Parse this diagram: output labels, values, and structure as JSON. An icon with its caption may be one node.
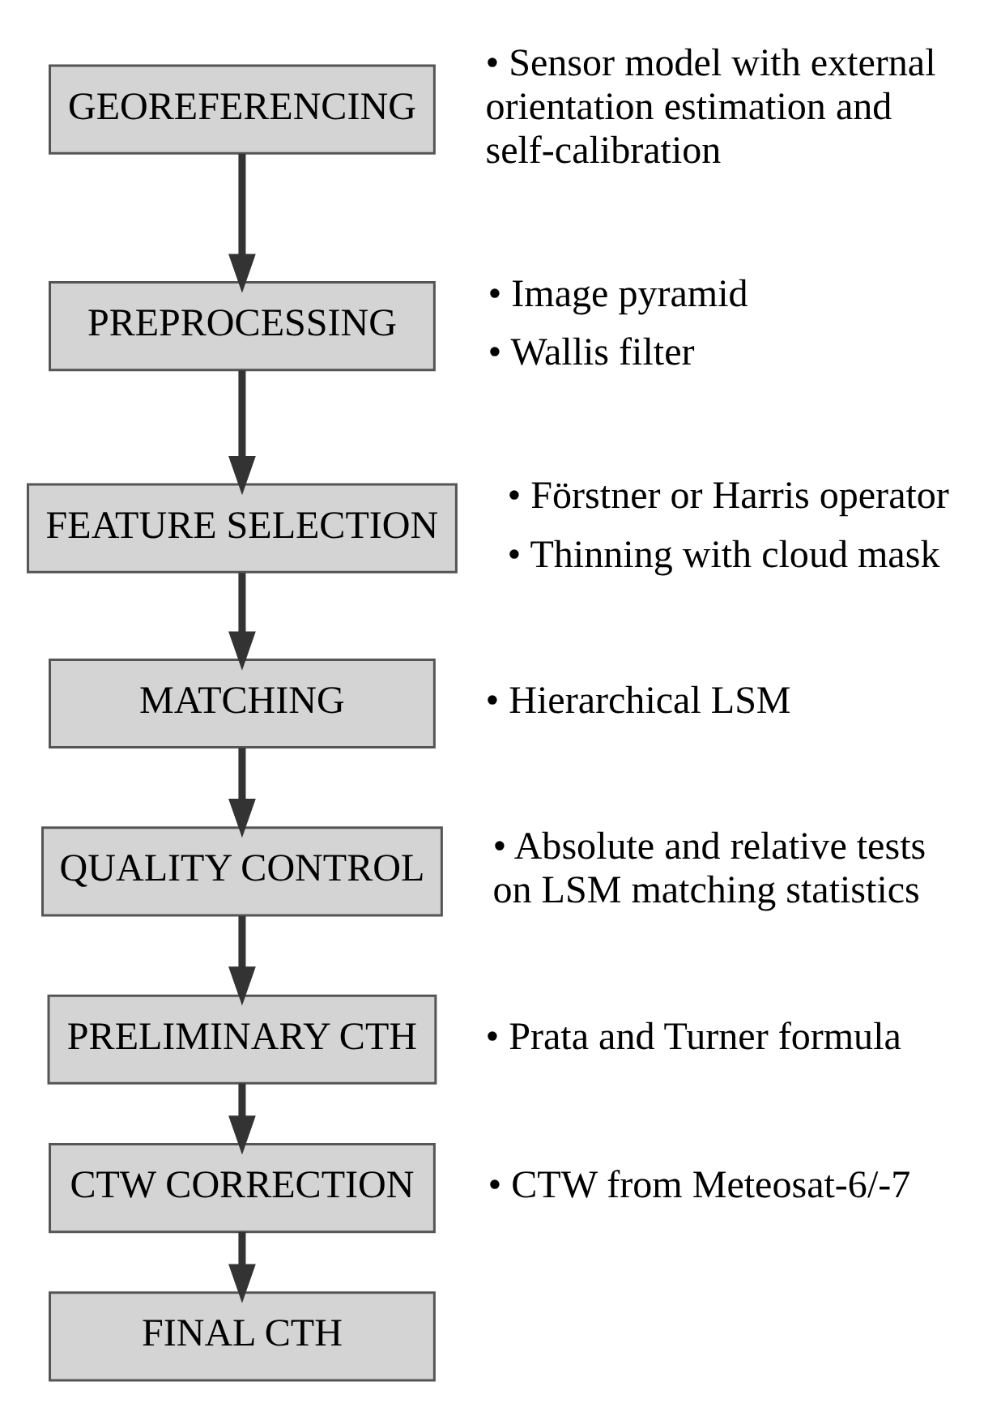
{
  "diagram": {
    "nodes": [
      {
        "text": [
          "GEOREFERENCING"
        ],
        "beside": [
          "• Sensor model with external orientation estimation and self-calibration"
        ]
      },
      {
        "text": [
          "PREPROCESSING"
        ],
        "beside": [
          "• Image pyramid",
          "• Wallis filter"
        ]
      },
      {
        "text": [
          "FEATURE SELECTION"
        ],
        "beside": [
          "• Förstner or Harris operator",
          "• Thinning with cloud mask"
        ]
      },
      {
        "text": [
          "MATCHING"
        ],
        "beside": [
          "• Hierarchical LSM"
        ]
      },
      {
        "text": [
          "QUALITY CONTROL"
        ],
        "beside": [
          "• Absolute and relative tests on LSM matching statistics"
        ]
      },
      {
        "text": [
          "PRELIMINARY CTH"
        ],
        "beside": [
          "• Prata and Turner formula"
        ]
      },
      {
        "text": [
          "CTW CORRECTION"
        ],
        "beside": [
          "• CTW from Meteosat-6/-7"
        ]
      },
      {
        "text": [
          "FINAL CTH"
        ]
      }
    ],
    "edges": [
      {
        "from": 0,
        "to": 1,
        "arrow": "to"
      },
      {
        "from": 1,
        "to": 2,
        "arrow": "to"
      },
      {
        "from": 2,
        "to": 3,
        "arrow": "to"
      },
      {
        "from": 3,
        "to": 4,
        "arrow": "to"
      },
      {
        "from": 4,
        "to": 5,
        "arrow": "to"
      },
      {
        "from": 5,
        "to": 6,
        "arrow": "to"
      },
      {
        "from": 6,
        "to": 7,
        "arrow": "to"
      }
    ]
  }
}
